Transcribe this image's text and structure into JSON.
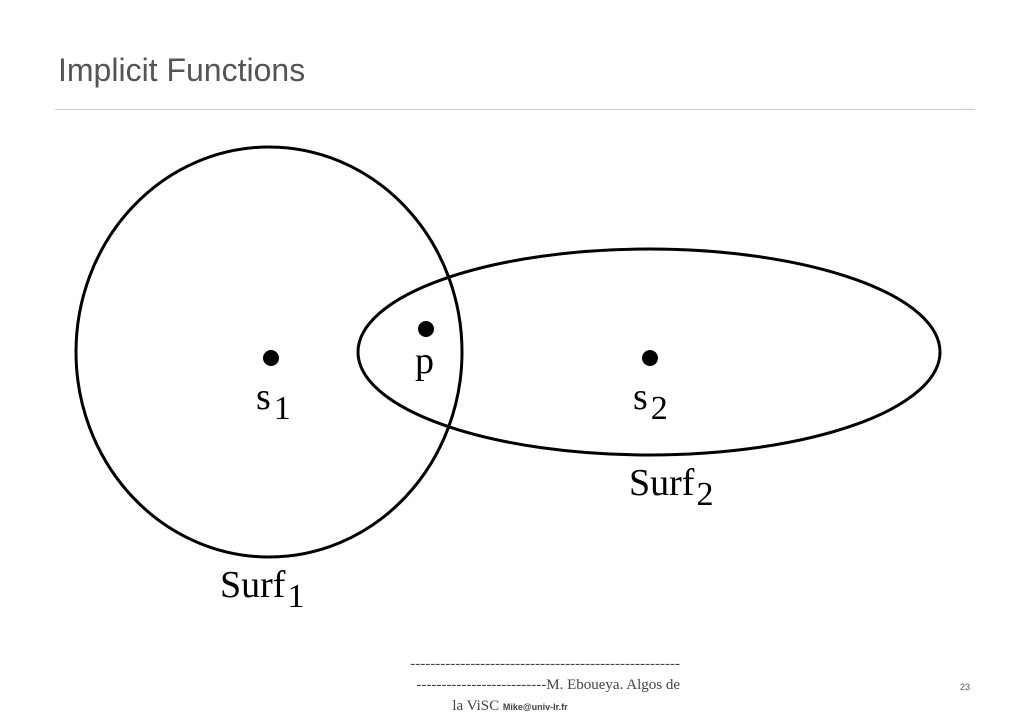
{
  "slide": {
    "title": "Implicit Functions",
    "page_number": "23"
  },
  "diagram": {
    "shapes": [
      {
        "shape": "circle",
        "center_label": "s",
        "center_subscript": "1",
        "surface_label": "Surf",
        "surface_subscript": "1"
      },
      {
        "shape": "ellipse",
        "center_label": "s",
        "center_subscript": "2",
        "surface_label": "Surf",
        "surface_subscript": "2"
      }
    ],
    "point_label": "p",
    "stroke_color": "#000000"
  },
  "footer": {
    "line1": "------------------------------------------------------",
    "line2": "--------------------------M. Eboueya. Algos de",
    "line3": "la ViSC",
    "email": "Mike@univ-lr.fr"
  }
}
